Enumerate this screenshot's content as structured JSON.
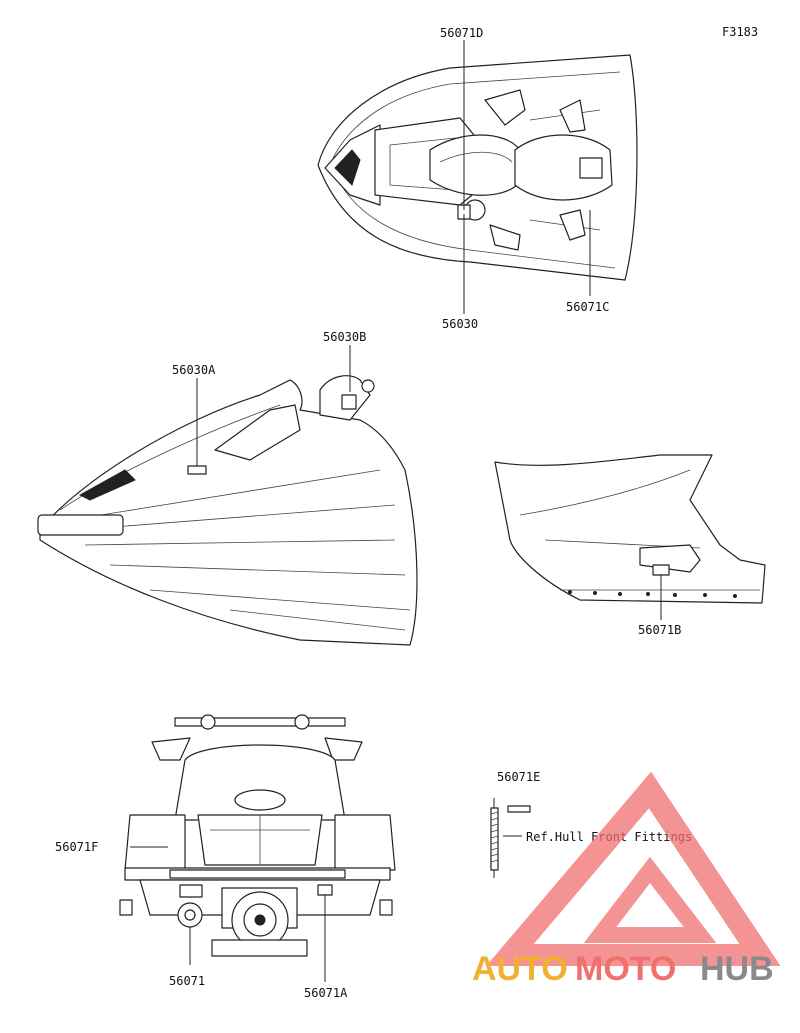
{
  "figure_code": "F3183",
  "labels": {
    "top_56071D": "56071D",
    "top_56030": "56030",
    "top_56071C": "56071C",
    "side_56030B": "56030B",
    "side_56030A": "56030A",
    "rear_56071B": "56071B",
    "stern_56071F": "56071F",
    "stern_56071": "56071",
    "stern_56071A": "56071A",
    "fitting_56071E": "56071E",
    "fitting_ref": "Ref.Hull Front Fittings"
  },
  "watermark": {
    "part1": "AUTO",
    "part2": "MOTO",
    "part3": "HUB",
    "color_main": "#f07070",
    "color_accent": "#f0b030",
    "color_text": "#8a8a8a"
  }
}
